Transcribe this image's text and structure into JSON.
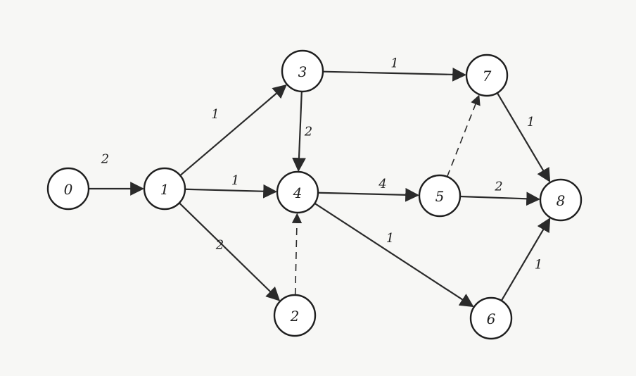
{
  "diagram": {
    "nodes": [
      {
        "id": "0",
        "label": "0"
      },
      {
        "id": "1",
        "label": "1"
      },
      {
        "id": "2",
        "label": "2"
      },
      {
        "id": "3",
        "label": "3"
      },
      {
        "id": "4",
        "label": "4"
      },
      {
        "id": "5",
        "label": "5"
      },
      {
        "id": "6",
        "label": "6"
      },
      {
        "id": "7",
        "label": "7"
      },
      {
        "id": "8",
        "label": "8"
      }
    ],
    "edges": [
      {
        "from": "0",
        "to": "1",
        "weight": "2",
        "style": "solid"
      },
      {
        "from": "1",
        "to": "3",
        "weight": "1",
        "style": "solid"
      },
      {
        "from": "1",
        "to": "4",
        "weight": "1",
        "style": "solid"
      },
      {
        "from": "1",
        "to": "2",
        "weight": "2",
        "style": "solid"
      },
      {
        "from": "3",
        "to": "7",
        "weight": "1",
        "style": "solid"
      },
      {
        "from": "3",
        "to": "4",
        "weight": "2",
        "style": "solid"
      },
      {
        "from": "2",
        "to": "4",
        "weight": "",
        "style": "dashed"
      },
      {
        "from": "4",
        "to": "5",
        "weight": "4",
        "style": "solid"
      },
      {
        "from": "4",
        "to": "6",
        "weight": "1",
        "style": "solid"
      },
      {
        "from": "5",
        "to": "7",
        "weight": "",
        "style": "dashed"
      },
      {
        "from": "5",
        "to": "8",
        "weight": "2",
        "style": "solid"
      },
      {
        "from": "7",
        "to": "8",
        "weight": "1",
        "style": "solid"
      },
      {
        "from": "6",
        "to": "8",
        "weight": "1",
        "style": "solid"
      }
    ]
  }
}
